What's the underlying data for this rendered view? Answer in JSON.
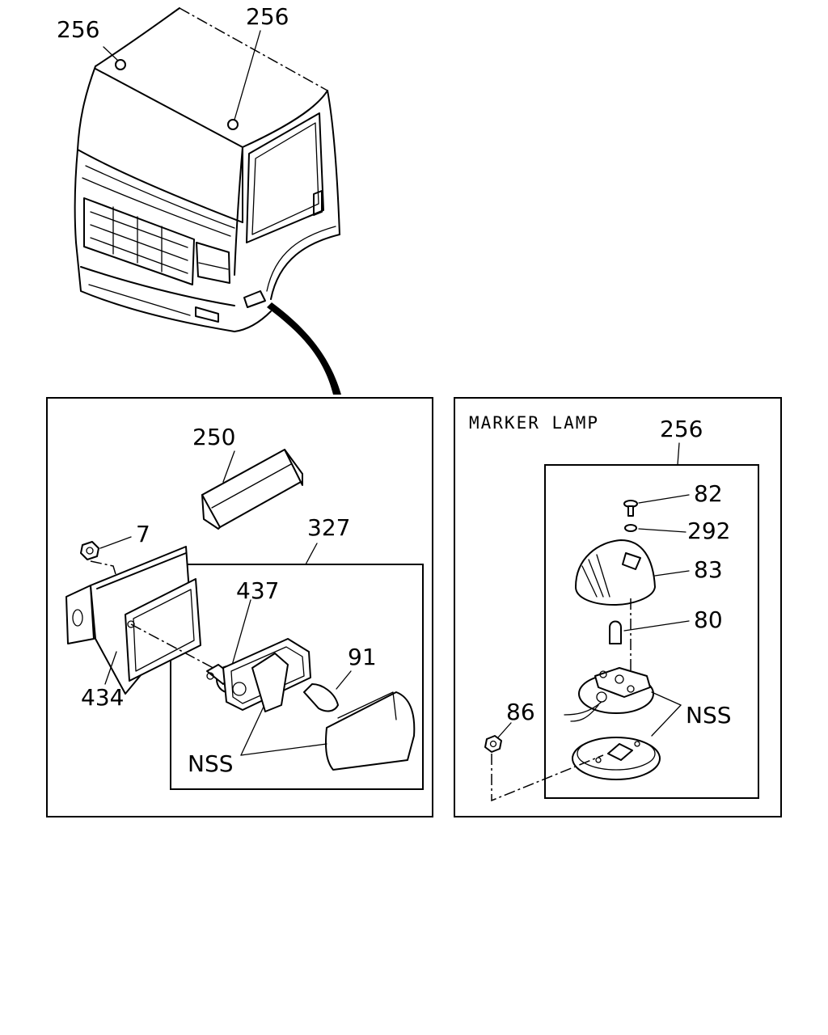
{
  "labels": {
    "cab_marker_left": "256",
    "cab_marker_right": "256",
    "cover": "250",
    "nut_left": "7",
    "lamp_assembly": "327",
    "socket": "437",
    "bulb_side": "91",
    "bracket": "434",
    "nss_left": "NSS",
    "marker_lamp_assembly": "256",
    "screw": "82",
    "washer": "292",
    "lens": "83",
    "bulb_marker": "80",
    "nut_right": "86",
    "nss_right": "NSS"
  },
  "marker_lamp_title": "MARKER LAMP"
}
